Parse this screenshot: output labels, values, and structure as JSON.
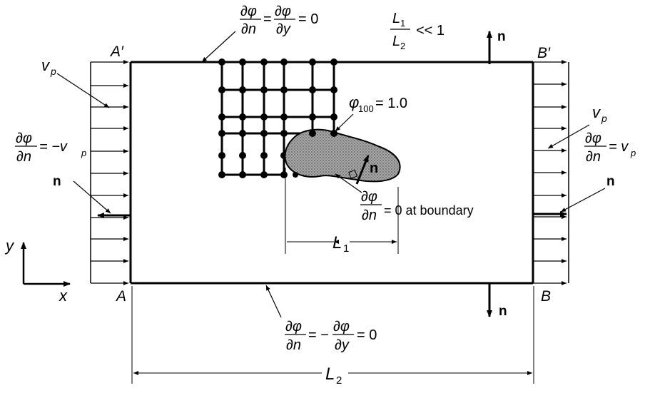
{
  "colors": {
    "ink": "#000000",
    "body_fill": "#9a9a9a",
    "background": "#ffffff"
  },
  "labels": {
    "corner_top_left": "A′",
    "corner_top_right": "B′",
    "corner_bottom_left": "A",
    "corner_bottom_right": "B",
    "inflow_velocity_left": "v",
    "inflow_velocity_left_sub": "p",
    "outflow_velocity_right": "v",
    "outflow_velocity_right_sub": "p",
    "axis_y": "y",
    "axis_x": "x",
    "normal_top": "n",
    "normal_bottom": "n",
    "normal_left": "n",
    "normal_right": "n",
    "normal_body": "n",
    "length_body": "L",
    "length_body_sub": "1",
    "length_domain": "L",
    "length_domain_sub": "2"
  },
  "equations": {
    "top_wall": {
      "num1": "∂φ",
      "den1": "∂n",
      "eq1": "=",
      "num2": "∂φ",
      "den2": "∂y",
      "rhs": "= 0"
    },
    "aspect_ratio": {
      "num": "L",
      "num_sub": "1",
      "den": "L",
      "den_sub": "2",
      "rhs": "<< 1"
    },
    "inlet": {
      "num": "∂φ",
      "den": "∂n",
      "rhs_text": "= −v",
      "rhs_sub": "p"
    },
    "outlet": {
      "num": "∂φ",
      "den": "∂n",
      "rhs_text": "= v",
      "rhs_sub": "p"
    },
    "node_value": {
      "symbol": "φ",
      "sub": "100",
      "rhs": "= 1.0"
    },
    "body_boundary": {
      "num": "∂φ",
      "den": "∂n",
      "rhs": "= 0 at boundary"
    },
    "bottom_wall": {
      "num1": "∂φ",
      "den1": "∂n",
      "mid": "= −",
      "num2": "∂φ",
      "den2": "∂y",
      "rhs": "= 0"
    }
  }
}
